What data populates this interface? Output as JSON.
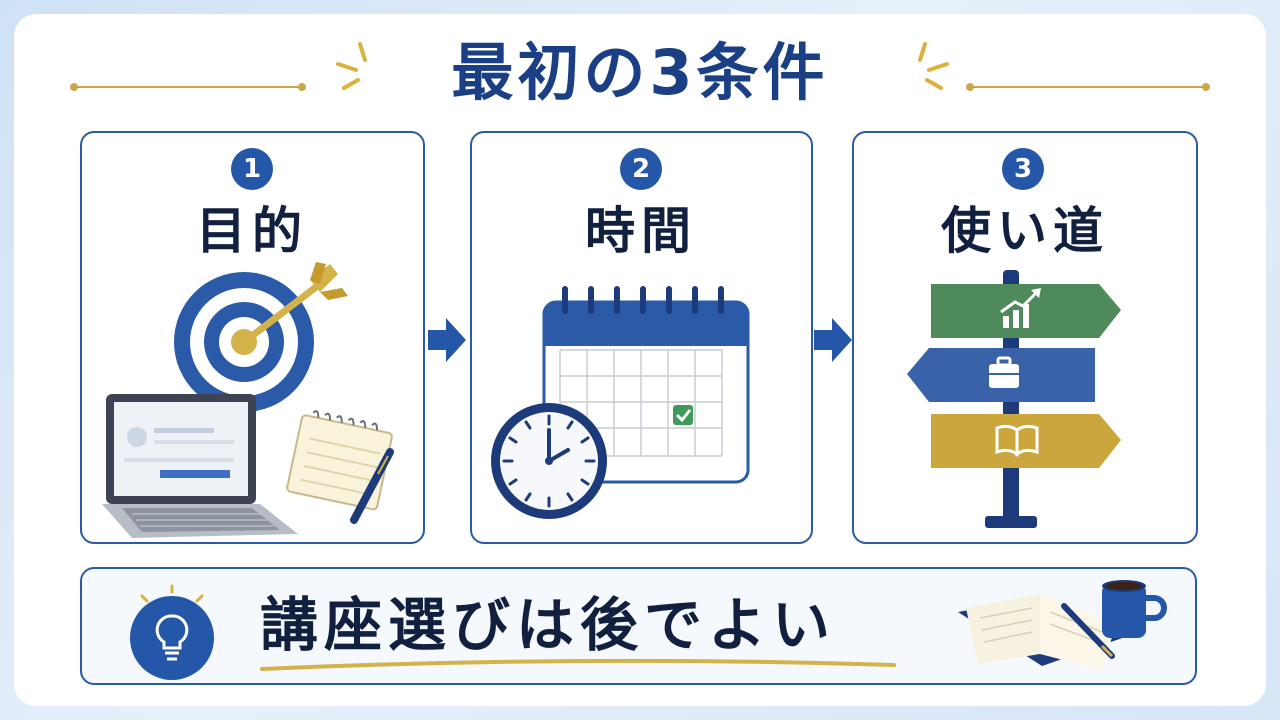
{
  "title": "最初の3条件",
  "steps": [
    {
      "number": "1",
      "label": "目的"
    },
    {
      "number": "2",
      "label": "時間"
    },
    {
      "number": "3",
      "label": "使い道"
    }
  ],
  "conclusion": "講座選びは後でよい",
  "colors": {
    "navy": "#1b3f84",
    "accent_blue": "#2457a8",
    "gold": "#c9a84a",
    "sign_green": "#4e8a5a",
    "sign_blue": "#3a62a8",
    "sign_yellow": "#cba63c"
  },
  "icons": {
    "step1": [
      "target-icon",
      "arrow-icon",
      "laptop-icon",
      "notebook-icon",
      "pen-icon"
    ],
    "step2": [
      "calendar-icon",
      "checkmark-icon",
      "clock-icon"
    ],
    "step3": [
      "signpost-icon",
      "growth-chart-icon",
      "briefcase-icon",
      "book-icon"
    ],
    "conclusion": [
      "lightbulb-icon",
      "open-book-icon",
      "coffee-mug-icon"
    ]
  }
}
